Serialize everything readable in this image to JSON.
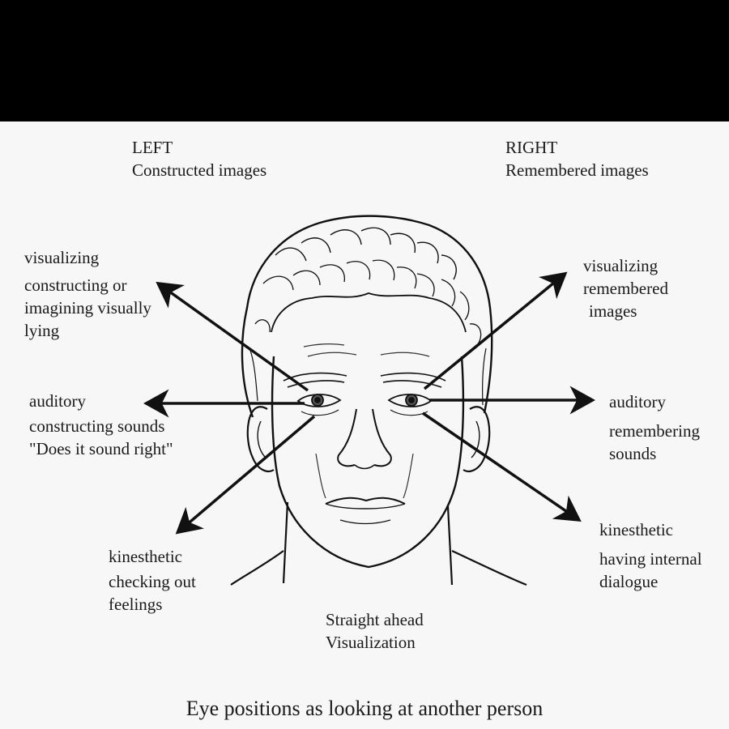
{
  "header_left": {
    "title": "LEFT",
    "subtitle": "Constructed images"
  },
  "header_right": {
    "title": "RIGHT",
    "subtitle": "Remembered images"
  },
  "left_labels": {
    "visual": [
      "visualizing",
      "constructing or",
      "imagining visually",
      "lying"
    ],
    "auditory": [
      "auditory",
      "constructing sounds",
      "\"Does it sound right\""
    ],
    "kinesthetic": [
      "kinesthetic",
      "checking out",
      "feelings"
    ]
  },
  "right_labels": {
    "visual": [
      "visualizing",
      "remembered",
      "images"
    ],
    "auditory": [
      "auditory",
      "remembering",
      "sounds"
    ],
    "kinesthetic": [
      "kinesthetic",
      "having internal",
      "dialogue"
    ]
  },
  "center_label": [
    "Straight ahead",
    "Visualization"
  ],
  "caption": "Eye positions as looking at another person",
  "colors": {
    "background": "#f7f7f7",
    "top_bar": "#000000",
    "ink": "#1a1a1a"
  }
}
